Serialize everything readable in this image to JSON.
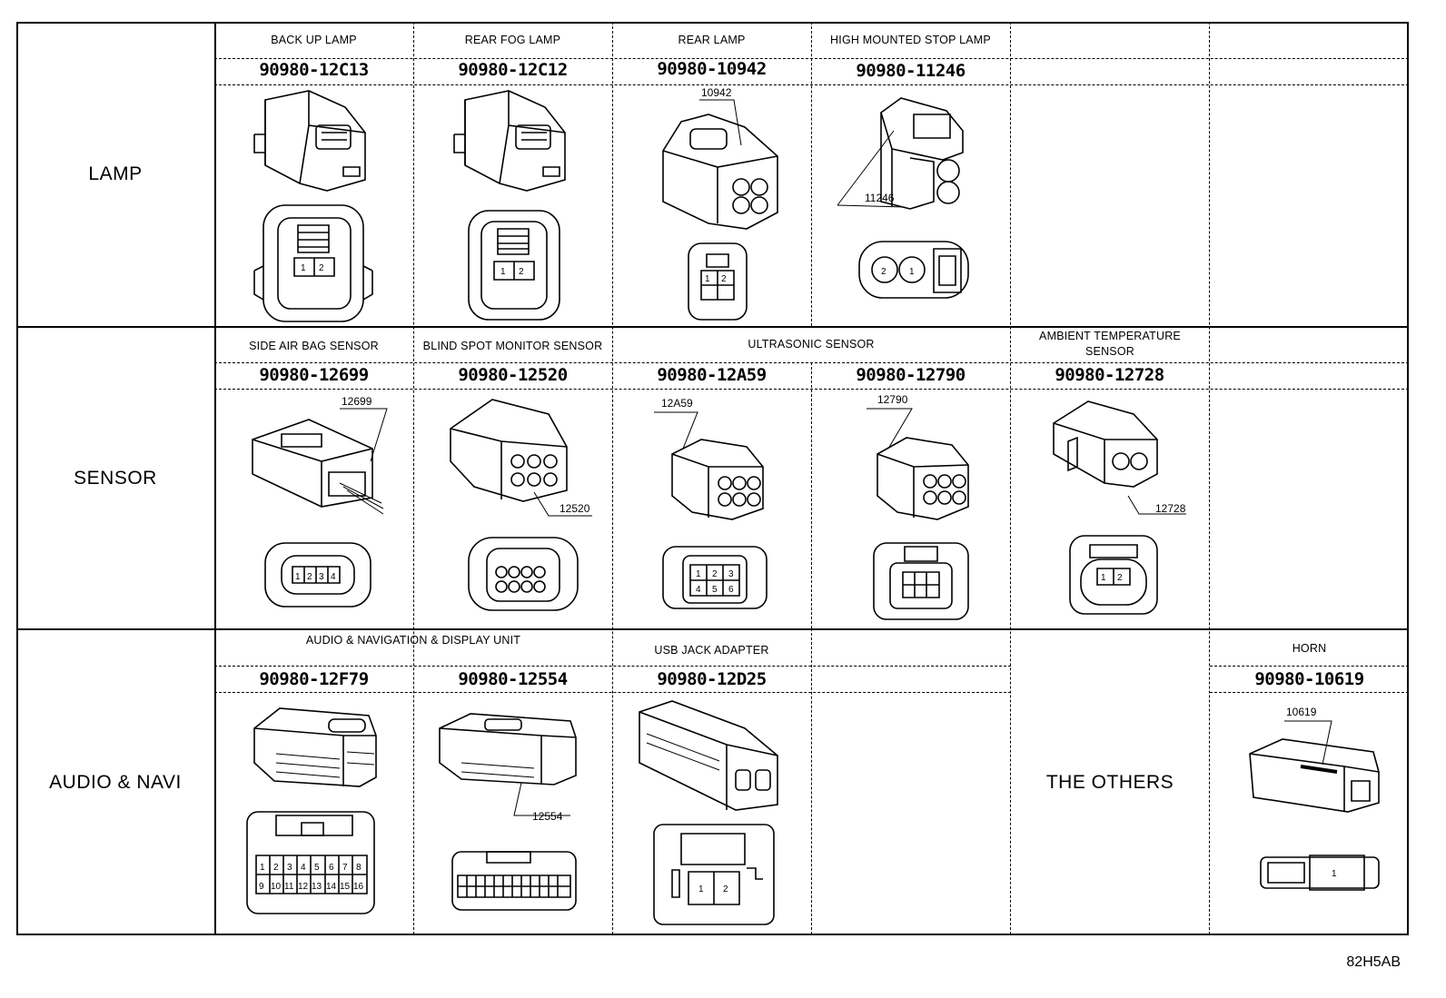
{
  "categories": [
    {
      "label": "LAMP"
    },
    {
      "label": "SENSOR"
    },
    {
      "label": "AUDIO & NAVI"
    }
  ],
  "the_others": {
    "label": "THE OTHERS"
  },
  "lamp": {
    "headers": [
      "BACK UP LAMP",
      "REAR FOG LAMP",
      "REAR LAMP",
      "HIGH MOUNTED STOP LAMP"
    ],
    "parts": [
      "90980-12C13",
      "90980-12C12",
      "90980-10942",
      "90980-11246"
    ],
    "callouts": [
      "10942",
      "11246"
    ]
  },
  "sensor": {
    "headers": [
      "SIDE AIR BAG SENSOR",
      "BLIND SPOT MONITOR SENSOR",
      "ULTRASONIC SENSOR",
      "AMBIENT TEMPERATURE SENSOR"
    ],
    "parts": [
      "90980-12699",
      "90980-12520",
      "90980-12A59",
      "90980-12790",
      "90980-12728"
    ],
    "callouts": [
      "12699",
      "12520",
      "12A59",
      "12790",
      "12728"
    ]
  },
  "audio": {
    "headers": [
      "AUDIO & NAVIGATION & DISPLAY UNIT",
      "USB JACK ADAPTER",
      "HORN"
    ],
    "parts": [
      "90980-12F79",
      "90980-12554",
      "90980-12D25",
      "90980-10619"
    ],
    "callouts": [
      "12554",
      "10619"
    ]
  },
  "diagram_code": "82H5AB"
}
